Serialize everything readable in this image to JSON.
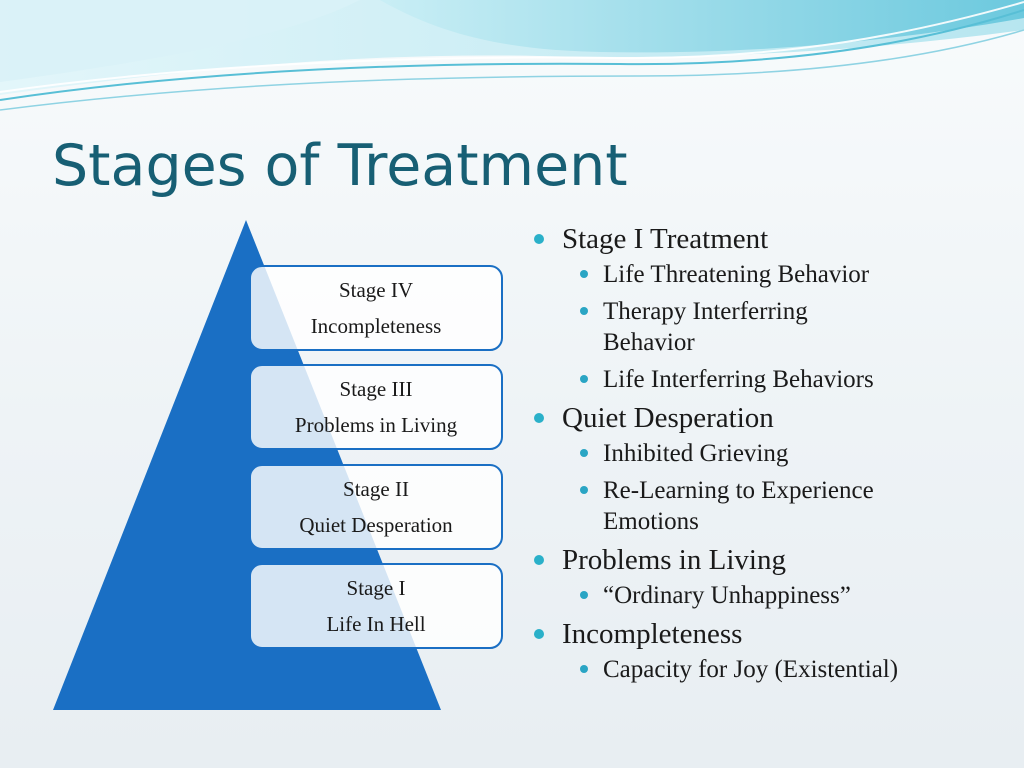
{
  "slide": {
    "title": "Stages of Treatment"
  },
  "colors": {
    "title": "#175f74",
    "pyramid": "#1a6fc4",
    "box_border": "#1a6fc4",
    "bullet": "#2ab0c9",
    "wave_light": "#bfe9f1",
    "wave_mid": "#7fd6e6"
  },
  "pyramid": {
    "stages": [
      {
        "name": "Stage IV",
        "label": "Incompleteness"
      },
      {
        "name": "Stage III",
        "label": "Problems in Living"
      },
      {
        "name": "Stage II",
        "label": "Quiet Desperation"
      },
      {
        "name": "Stage I",
        "label": "Life In Hell"
      }
    ]
  },
  "outline": [
    {
      "heading": "Stage I Treatment",
      "items": [
        "Life Threatening Behavior",
        "Therapy Interferring Behavior",
        "Life Interferring Behaviors"
      ]
    },
    {
      "heading": "Quiet Desperation",
      "items": [
        "Inhibited Grieving",
        "Re-Learning to Experience Emotions"
      ]
    },
    {
      "heading": "Problems in Living",
      "items": [
        "“Ordinary Unhappiness”"
      ]
    },
    {
      "heading": "Incompleteness",
      "items": [
        "Capacity for Joy (Existential)"
      ]
    }
  ]
}
